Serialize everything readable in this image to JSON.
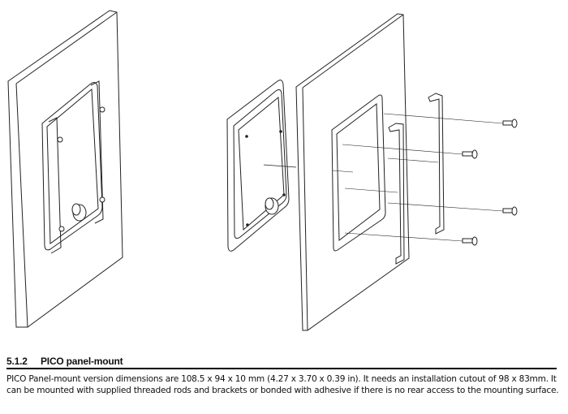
{
  "section": {
    "number": "5.1.2",
    "title": "PICO panel-mount",
    "body": "PICO Panel-mount version dimensions are 108.5 x 94 x 10 mm (4.27 x 3.70 x 0.39 in). It needs an installation cutout of 98 x 83mm. It can be mounted with supplied threaded rods and brackets or bonded with adhesive if there is no rear access to the mounting surface."
  },
  "figure": {
    "description_icon": "panel-mount-exploded-drawing"
  }
}
